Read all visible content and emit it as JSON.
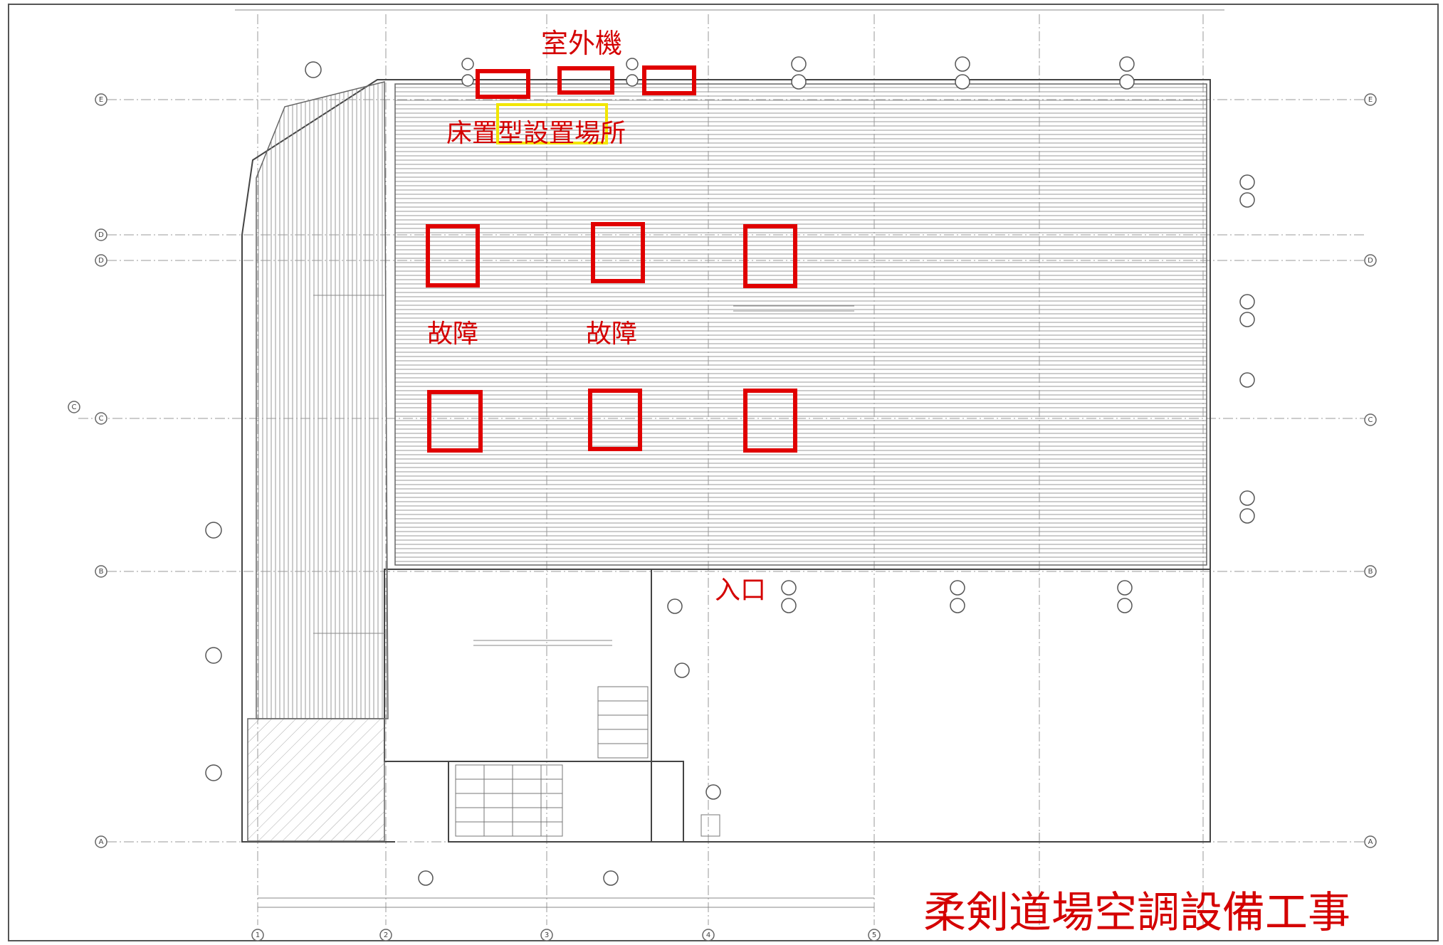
{
  "labels": {
    "outdoor_unit": "室外機",
    "floor_type_location": "床置型設置場所",
    "fault_1": "故障",
    "fault_2": "故障",
    "entrance": "入口",
    "project_title": "柔剣道場空調設備工事"
  },
  "grid_rows": [
    "E",
    "D",
    "D",
    "C",
    "C",
    "B",
    "A"
  ],
  "grid_cols": [
    "1",
    "2",
    "3",
    "4",
    "5"
  ],
  "colors": {
    "annotation_red": "#e00000",
    "annotation_yellow": "#f2e600",
    "drawing_line": "#777777"
  }
}
